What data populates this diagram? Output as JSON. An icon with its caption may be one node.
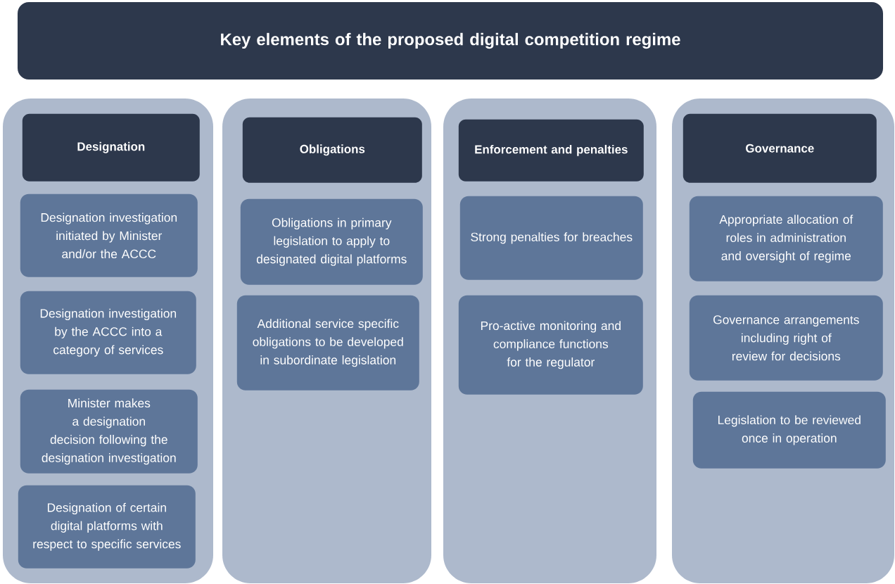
{
  "diagram": {
    "nodes": [
      {
        "text": [
          "Key elements of the proposed digital competition regime"
        ]
      },
      {
        "text": [],
        "shape": "box"
      },
      {
        "text": [
          "Designation"
        ],
        "in": 1
      },
      {
        "text": [
          "Designation investigation initiated by Minister and/or the ACCC"
        ],
        "in": 1
      },
      {
        "text": [
          "Designation investigation by the ACCC into a category of services"
        ],
        "in": 1
      },
      {
        "text": [
          "Minister makes a designation decision following the designation investigation"
        ],
        "in": 1
      },
      {
        "text": [
          "Designation of certain digital platforms with respect to specific services"
        ],
        "in": 1
      },
      {
        "text": [],
        "shape": "box"
      },
      {
        "text": [
          "Obligations"
        ],
        "in": 7
      },
      {
        "text": [
          "Obligations in primary legislation to apply to designated digital platforms"
        ],
        "in": 7
      },
      {
        "text": [
          "Additional service specific obligations to be developed in subordinate legislation"
        ],
        "in": 7
      },
      {
        "text": [],
        "shape": "box"
      },
      {
        "text": [
          "Enforcement and penalties"
        ],
        "in": 11
      },
      {
        "text": [
          "Strong penalties for breaches"
        ],
        "in": 11
      },
      {
        "text": [
          "Pro-active monitoring and compliance functions for the regulator"
        ],
        "in": 11
      },
      {
        "text": [],
        "shape": "box"
      },
      {
        "text": [
          "Governance"
        ],
        "in": 15
      },
      {
        "text": [
          "Appropriate allocation of roles in administration and oversight of regime"
        ],
        "in": 15
      },
      {
        "text": [
          "Governance arrangements including right of review for decisions"
        ],
        "in": 15
      },
      {
        "text": [
          "Legislation to be reviewed once in operation"
        ],
        "in": 15
      }
    ]
  }
}
